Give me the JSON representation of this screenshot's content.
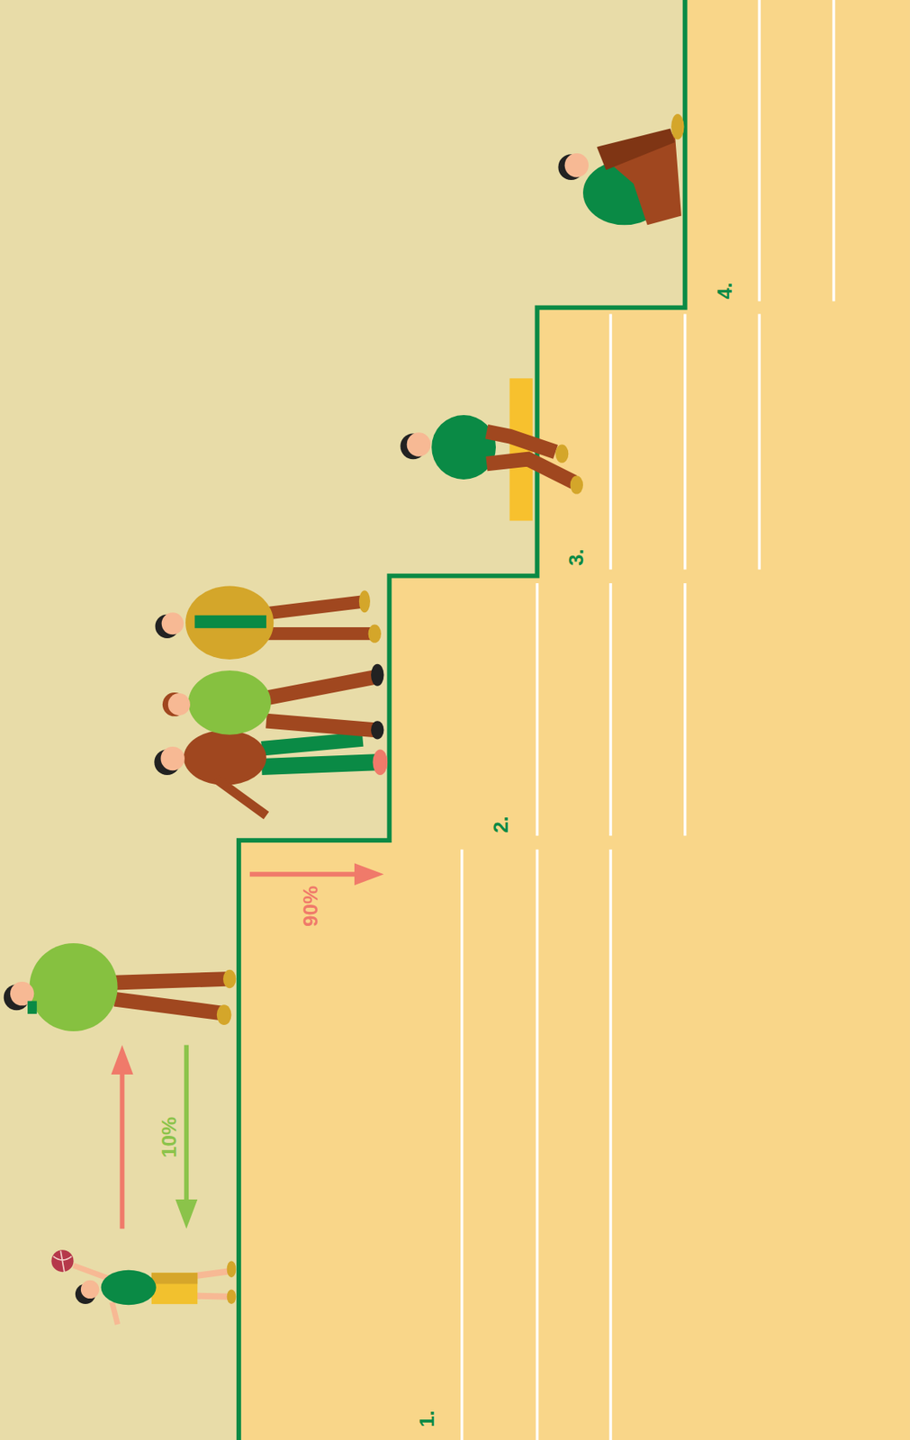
{
  "diagram": {
    "nodes": [
      {
        "text": [
          "1."
        ]
      },
      {
        "text": [
          "2."
        ]
      },
      {
        "text": [
          "3."
        ]
      },
      {
        "text": [
          "4."
        ]
      }
    ],
    "labels": [
      "90%",
      "10%"
    ]
  }
}
